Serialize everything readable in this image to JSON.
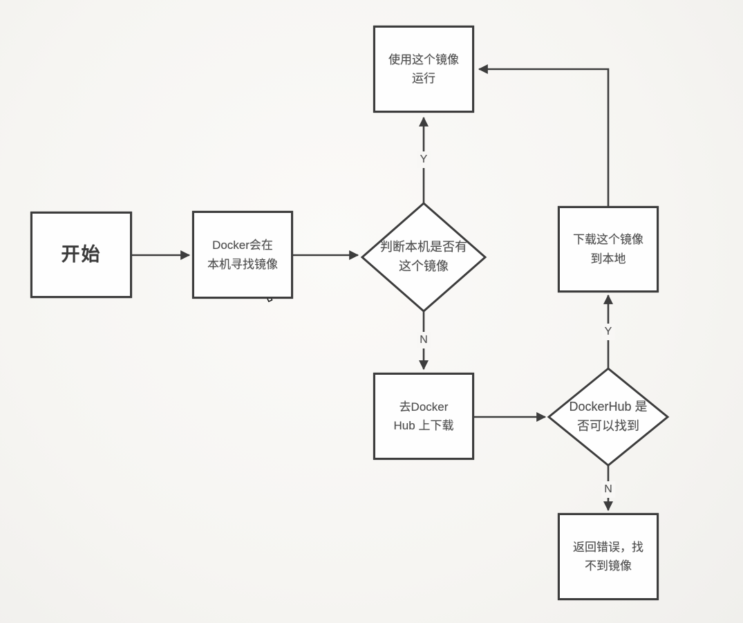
{
  "meta": {
    "diagram_type": "flowchart",
    "subject": "Docker image lookup and run flow",
    "language": "zh-CN"
  },
  "colors": {
    "background": "#f6f5f3",
    "node_fill": "#fefefe",
    "stroke": "#3d3d3d",
    "text": "#4c4c4c"
  },
  "nodes": {
    "start": {
      "shape": "rect",
      "label": "开始"
    },
    "search_local": {
      "shape": "rect",
      "label": "Docker会在\n本机寻找镜像"
    },
    "decision_local": {
      "shape": "diamond",
      "label": "判断本机是否有\n这个镜像"
    },
    "run_image": {
      "shape": "rect",
      "label": "使用这个镜像\n运行"
    },
    "download_hub": {
      "shape": "rect",
      "label": "去Docker\nHub 上下载"
    },
    "decision_hub": {
      "shape": "diamond",
      "label": "DockerHub 是\n否可以找到"
    },
    "download_local": {
      "shape": "rect",
      "label": "下载这个镜像\n到本地"
    },
    "error_not_found": {
      "shape": "rect",
      "label": "返回错误，找\n不到镜像"
    }
  },
  "edge_labels": {
    "local_yes": "Y",
    "local_no": "N",
    "hub_yes": "Y",
    "hub_no": "N"
  }
}
